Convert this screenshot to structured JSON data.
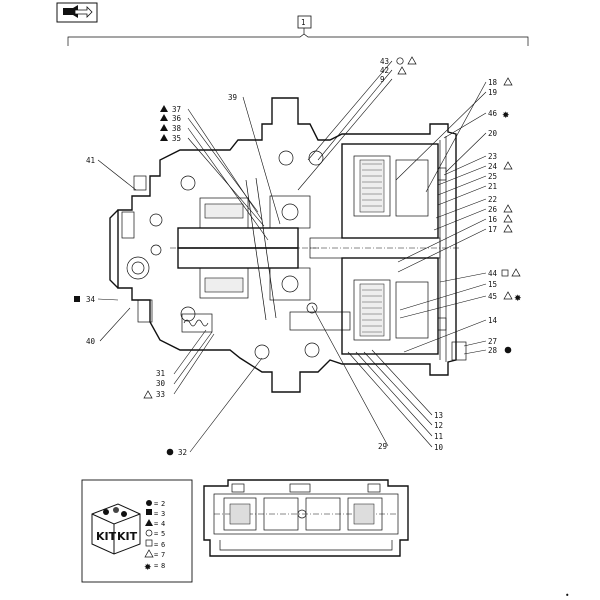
{
  "header": {
    "nav_icon": "book-arrow-icon",
    "assembly_ref": "1"
  },
  "callouts": {
    "l43": "43",
    "l42": "42",
    "l9": "9",
    "l39": "39",
    "l37": "37",
    "l36": "36",
    "l38": "38",
    "l35": "35",
    "l41": "41",
    "l34": "34",
    "l40": "40",
    "l31": "31",
    "l30": "30",
    "l33": "33",
    "l32": "32",
    "l18": "18",
    "l19": "19",
    "l46": "46",
    "l20": "20",
    "l23": "23",
    "l24": "24",
    "l25": "25",
    "l21": "21",
    "l22": "22",
    "l26": "26",
    "l16": "16",
    "l17": "17",
    "l44": "44",
    "l15": "15",
    "l45": "45",
    "l14": "14",
    "l27": "27",
    "l28": "28",
    "l13": "13",
    "l12": "12",
    "l11": "11",
    "l10": "10",
    "l29": "29"
  },
  "kit_legend": {
    "kit_word": "KIT",
    "entries": [
      {
        "symbol": "circle-filled",
        "value": "2"
      },
      {
        "symbol": "square-filled",
        "value": "3"
      },
      {
        "symbol": "triangle-filled",
        "value": "4"
      },
      {
        "symbol": "circle-open",
        "value": "5"
      },
      {
        "symbol": "square-open",
        "value": "6"
      },
      {
        "symbol": "triangle-open",
        "value": "7"
      },
      {
        "symbol": "star-filled",
        "value": "8"
      }
    ]
  }
}
